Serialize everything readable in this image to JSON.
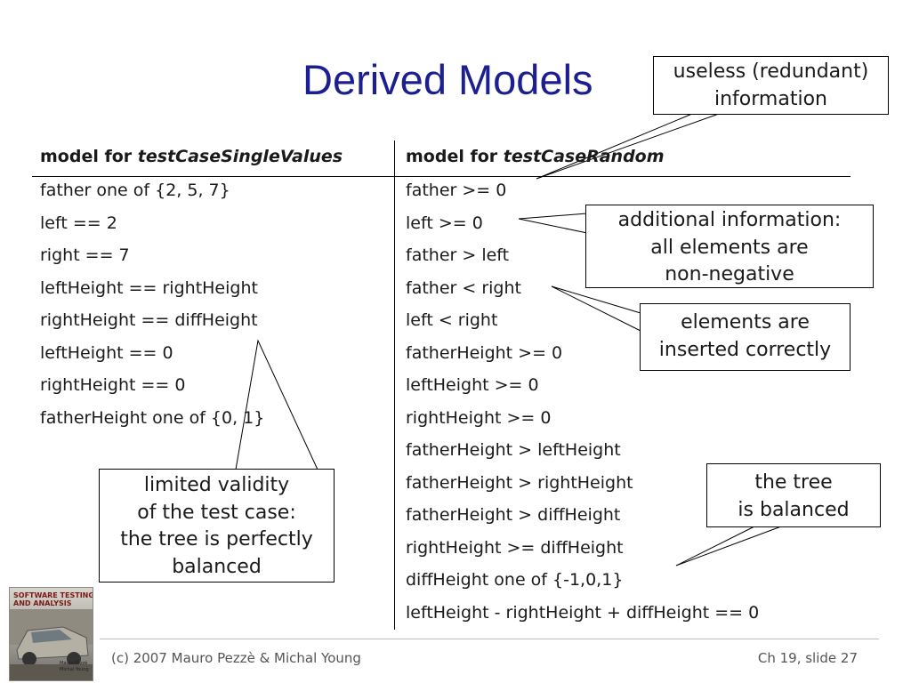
{
  "title": "Derived Models",
  "columns": [
    {
      "prefix": "model for ",
      "name": "testCaseSingleValues"
    },
    {
      "prefix": "model for ",
      "name": "testCaseRandom"
    }
  ],
  "left_rows": [
    "father one of {2, 5, 7}",
    "left == 2",
    "right == 7",
    "leftHeight == rightHeight",
    "rightHeight == diffHeight",
    "leftHeight == 0",
    "rightHeight == 0",
    "fatherHeight one of {0, 1}"
  ],
  "right_rows": [
    "father >= 0",
    "left >= 0",
    "father > left",
    "father < right",
    "left < right",
    "fatherHeight >= 0",
    "leftHeight >= 0",
    "rightHeight >= 0",
    "fatherHeight > leftHeight",
    "fatherHeight > rightHeight",
    "fatherHeight > diffHeight",
    "rightHeight >= diffHeight",
    "diffHeight one of {-1,0,1}",
    "leftHeight - rightHeight + diffHeight == 0"
  ],
  "callouts": {
    "useless": [
      "useless (redundant)",
      "information"
    ],
    "additional": [
      "additional information:",
      "all elements are",
      "non-negative"
    ],
    "inserted": [
      "elements are",
      "inserted correctly"
    ],
    "balanced": [
      "the tree",
      "is balanced"
    ],
    "limited": [
      "limited validity",
      "of the test case:",
      "the tree is perfectly",
      "balanced"
    ]
  },
  "footer": {
    "copyright": "(c) 2007 Mauro Pezzè & Michal Young",
    "slide": "Ch 19, slide 27"
  },
  "book": {
    "title_lines": [
      "SOFTWARE TESTING",
      "AND ANALYSIS"
    ],
    "author_lines": [
      "Mauro Pezzè",
      "Michal Young"
    ]
  }
}
